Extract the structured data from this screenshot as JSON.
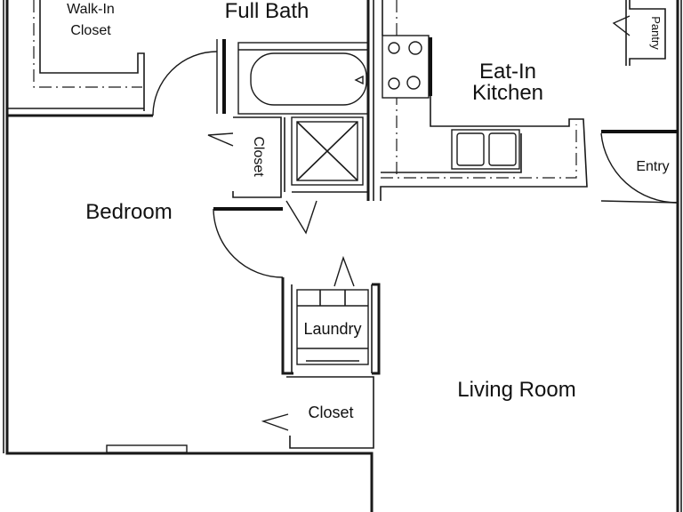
{
  "rooms": {
    "walk_in_closet": [
      "Walk-In",
      "Closet"
    ],
    "full_bath": "Full Bath",
    "pantry": "Pantry",
    "eat_in_kitchen": [
      "Eat-In",
      "Kitchen"
    ],
    "entry": "Entry",
    "bath_closet": "Closet",
    "bedroom": "Bedroom",
    "laundry": "Laundry",
    "living_room": "Living Room",
    "bedroom_closet": "Closet"
  },
  "colors": {
    "line": "#1a1a1a",
    "background": "#ffffff"
  }
}
